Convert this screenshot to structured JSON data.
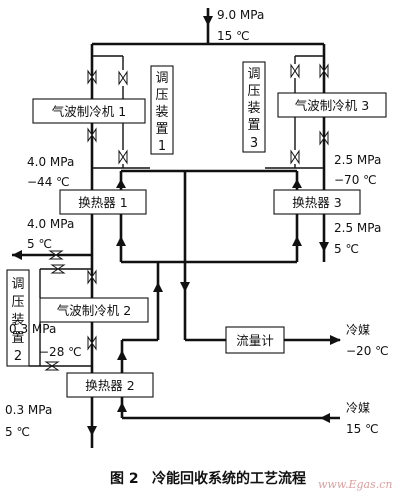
{
  "inlet": {
    "pressure": "9.0 MPa",
    "temperature": "15 ℃"
  },
  "refrigerator1": {
    "label": "气波制冷机 1"
  },
  "refrigerator2": {
    "label": "气波制冷机 2"
  },
  "refrigerator3": {
    "label": "气波制冷机 3"
  },
  "regulator1": {
    "chars": [
      "调",
      "压",
      "装",
      "置",
      "1"
    ]
  },
  "regulator2": {
    "chars": [
      "调",
      "压",
      "装",
      "置",
      "2"
    ]
  },
  "regulator3": {
    "chars": [
      "调",
      "压",
      "装",
      "置",
      "3"
    ]
  },
  "heat_exchanger1": {
    "label": "换热器 1"
  },
  "heat_exchanger2": {
    "label": "换热器 2"
  },
  "heat_exchanger3": {
    "label": "换热器 3"
  },
  "flowmeter": {
    "label": "流量计"
  },
  "states": {
    "r1_out": {
      "pressure": "4.0 MPa",
      "temperature": "−44 ℃"
    },
    "hx1_out": {
      "pressure": "4.0 MPa",
      "temperature": "5 ℃"
    },
    "r3_out": {
      "pressure": "2.5 MPa",
      "temperature": "−70 ℃"
    },
    "hx3_out": {
      "pressure": "2.5 MPa",
      "temperature": "5 ℃"
    },
    "r2_out": {
      "pressure": "0.3 MPa",
      "temperature": "−28 ℃"
    },
    "hx2_out": {
      "pressure": "0.3 MPa",
      "temperature": "5 ℃"
    }
  },
  "coolant_out": {
    "name": "冷媒",
    "temperature": "−20 ℃"
  },
  "coolant_in": {
    "name": "冷媒",
    "temperature": "15 ℃"
  },
  "caption": {
    "number": "图 2",
    "title": "冷能回收系统的工艺流程"
  },
  "watermark": "www.Egas.cn"
}
